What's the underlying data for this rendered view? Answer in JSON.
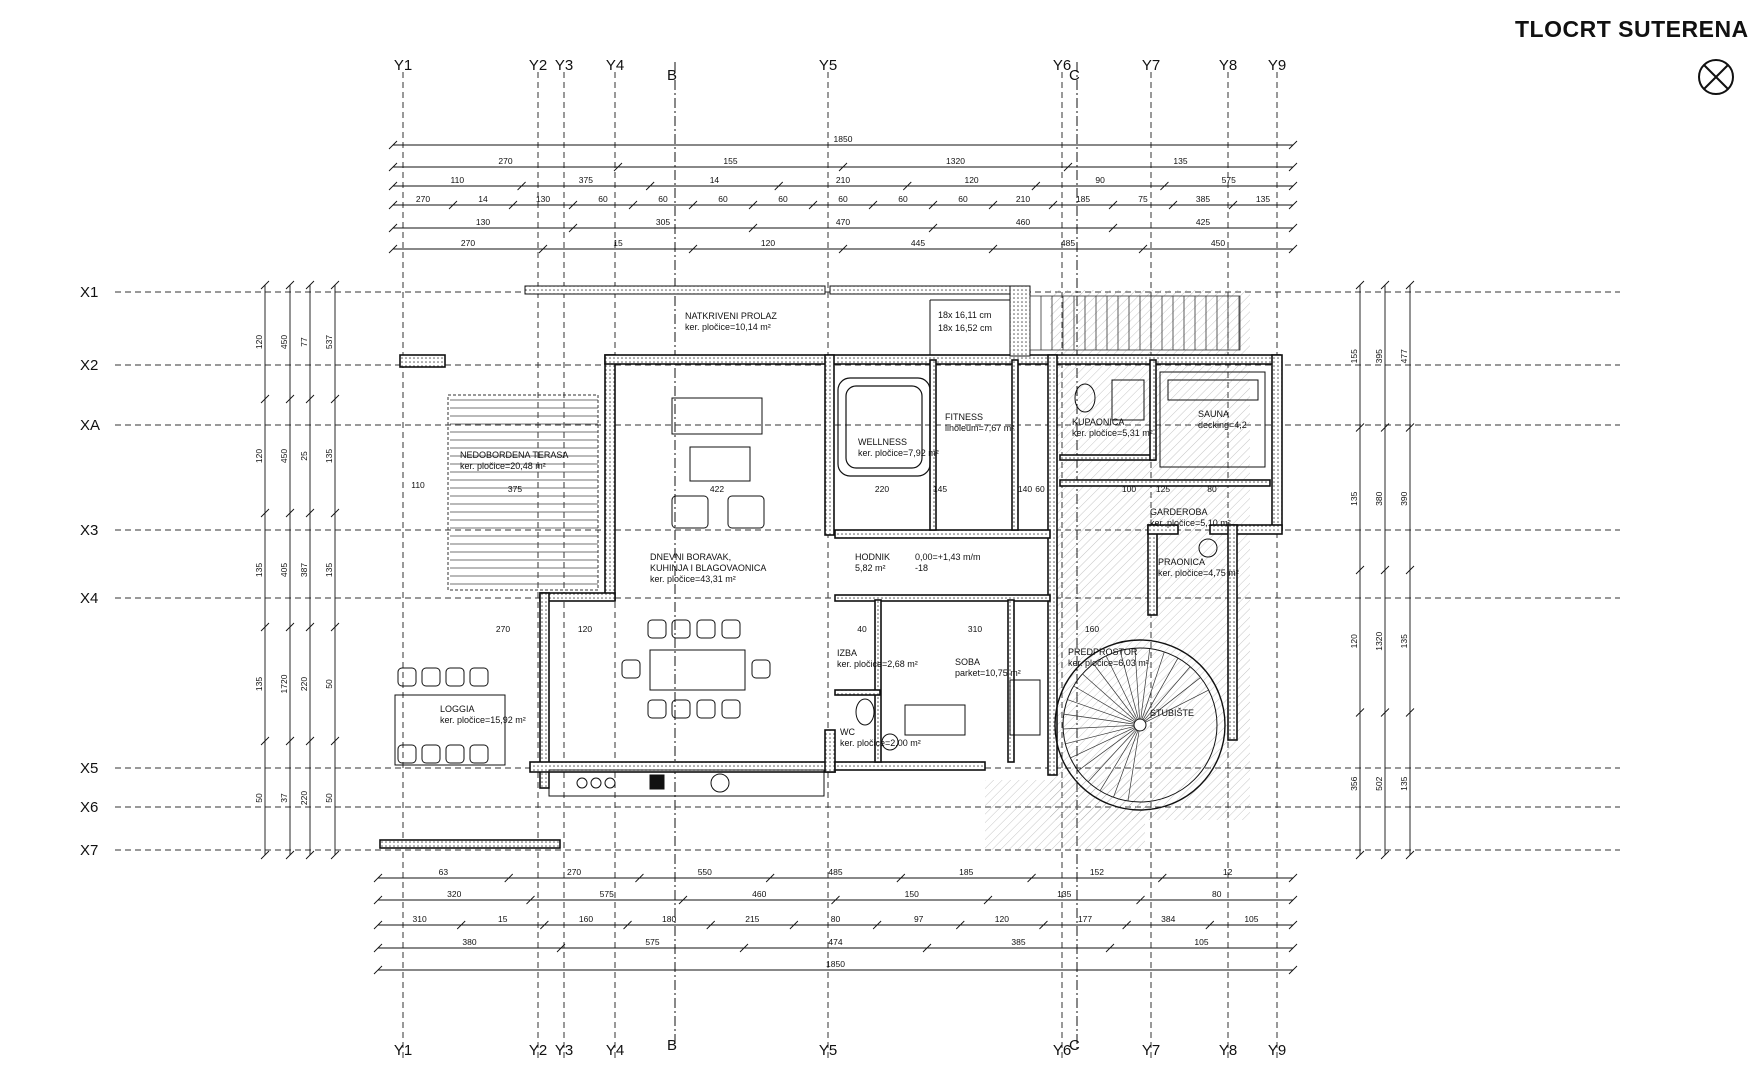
{
  "title": "TLOCRT SUTERENA",
  "axes_y": [
    "Y1",
    "Y2",
    "Y3",
    "Y4",
    "Y5",
    "Y6",
    "Y7",
    "Y8",
    "Y9"
  ],
  "axes_x": [
    "X1",
    "X2",
    "XA",
    "X3",
    "X4",
    "X5",
    "X6",
    "X7"
  ],
  "sections": {
    "b_top": "B",
    "b_bottom": "B",
    "c_top": "C",
    "c_bottom": "C"
  },
  "rooms": [
    {
      "name": "NATKRIVENI PROLAZ",
      "area": "ker. pločice=10,14 m²"
    },
    {
      "name": "NEDOBORDENA TERASA",
      "area": "ker. pločice=20,48 m²"
    },
    {
      "name": "WELLNESS",
      "area": "ker. pločice=7,92 m²"
    },
    {
      "name": "FITNESS",
      "area": "linoleum=7,67 m²"
    },
    {
      "name": "KUPAONICA",
      "area": "ker. pločice=5,31 m²"
    },
    {
      "name": "SAUNA",
      "area": "decking=4,2"
    },
    {
      "name": "DNEVNI BORAVAK,",
      "line2": "KUHINJA I BLAGOVAONICA",
      "area": "ker. pločice=43,31 m²"
    },
    {
      "name": "HODNIK",
      "area": "5,82 m²",
      "extra": "0,00=+1,43 m/m",
      "extra2": "-18"
    },
    {
      "name": "PRAONICA",
      "area": "ker. pločice=4,75 m²"
    },
    {
      "name": "GARDEROBA",
      "area": "ker. pločice=5,10 m²"
    },
    {
      "name": "IZBA",
      "area": "ker. pločice=2,68 m²"
    },
    {
      "name": "SOBA",
      "area": "parket=10,75 m²"
    },
    {
      "name": "PREDPROSTOR",
      "area": "ker. pločice=6,03 m²"
    },
    {
      "name": "LOGGIA",
      "area": "ker. pločice=15,92 m²"
    },
    {
      "name": "WC",
      "area": "ker. pločice=2,00 m²"
    },
    {
      "name": "STUBIŠTE",
      "area": ""
    }
  ],
  "stair_note": {
    "line1": "18x 16,11 cm",
    "line2": "18x 16,52 cm"
  },
  "dims_top": [
    [
      "1850"
    ],
    [
      "270",
      "155",
      "1320",
      "135"
    ],
    [
      "110",
      "375",
      "14",
      "210",
      "120",
      "90",
      "575"
    ],
    [
      "270",
      "14",
      "130",
      "60",
      "60",
      "60",
      "60",
      "60",
      "60",
      "60",
      "210",
      "185",
      "75",
      "385",
      "135"
    ],
    [
      "130",
      "305",
      "470",
      "460",
      "425"
    ],
    [
      "270",
      "15",
      "120",
      "445",
      "485",
      "450"
    ]
  ],
  "dims_bottom": [
    [
      "63",
      "270",
      "550",
      "485",
      "185",
      "152",
      "12"
    ],
    [
      "320",
      "575",
      "460",
      "150",
      "135",
      "80"
    ],
    [
      "310",
      "15",
      "160",
      "180",
      "215",
      "80",
      "97",
      "120",
      "177",
      "384",
      "105"
    ],
    [
      "380",
      "575",
      "474",
      "385",
      "105"
    ],
    [
      "1850"
    ]
  ],
  "dims_left": [
    "120",
    "120",
    "135",
    "135",
    "50",
    "450",
    "450",
    "405",
    "1720",
    "37",
    "77",
    "25",
    "387",
    "220",
    "220",
    "537",
    "135",
    "135",
    "50",
    "50"
  ],
  "dims_right": [
    "155",
    "135",
    "120",
    "356",
    "395",
    "380",
    "1320",
    "502",
    "477",
    "390",
    "135",
    "135"
  ],
  "inner_dims": [
    "110",
    "375",
    "422",
    "220",
    "145",
    "140",
    "60",
    "100",
    "125",
    "80",
    "270",
    "120",
    "40",
    "310",
    "160"
  ]
}
